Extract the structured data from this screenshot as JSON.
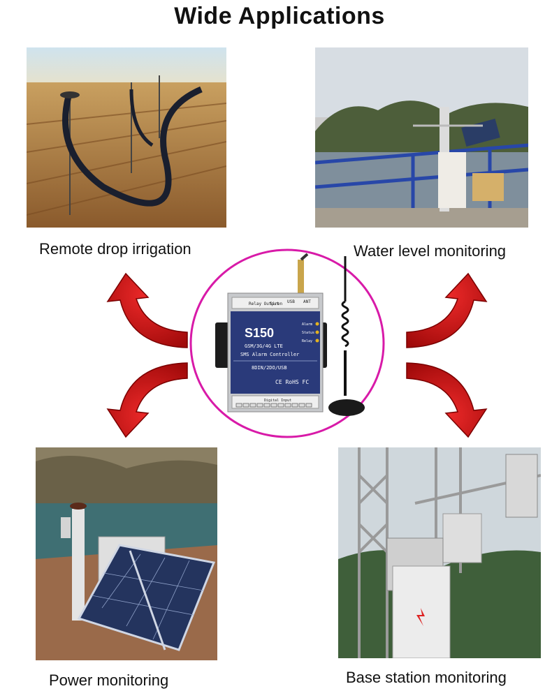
{
  "title": "Wide Applications",
  "applications": [
    {
      "id": "irrigation",
      "caption": "Remote drop irrigation"
    },
    {
      "id": "water",
      "caption": "Water level monitoring"
    },
    {
      "id": "power",
      "caption": "Power monitoring"
    },
    {
      "id": "base",
      "caption": "Base station monitoring"
    }
  ],
  "device": {
    "model": "S150",
    "line1": "GSM/3G/4G LTE",
    "line2": "SMS Alarm Controller",
    "line3": "8DIN/2DO/USB",
    "cert": "CE RoHS FC",
    "top_labels": [
      "Relay Output",
      "Siren"
    ],
    "usb": "USB",
    "ant": "ANT",
    "leds": [
      "Alarm",
      "Status",
      "Relay"
    ],
    "bottom_label": "Digital Input",
    "ring_color": "#d81aa8",
    "body_color": "#2a3a7a"
  },
  "colors": {
    "arrow": "#cc1111",
    "arrow_dark": "#7a0000"
  }
}
